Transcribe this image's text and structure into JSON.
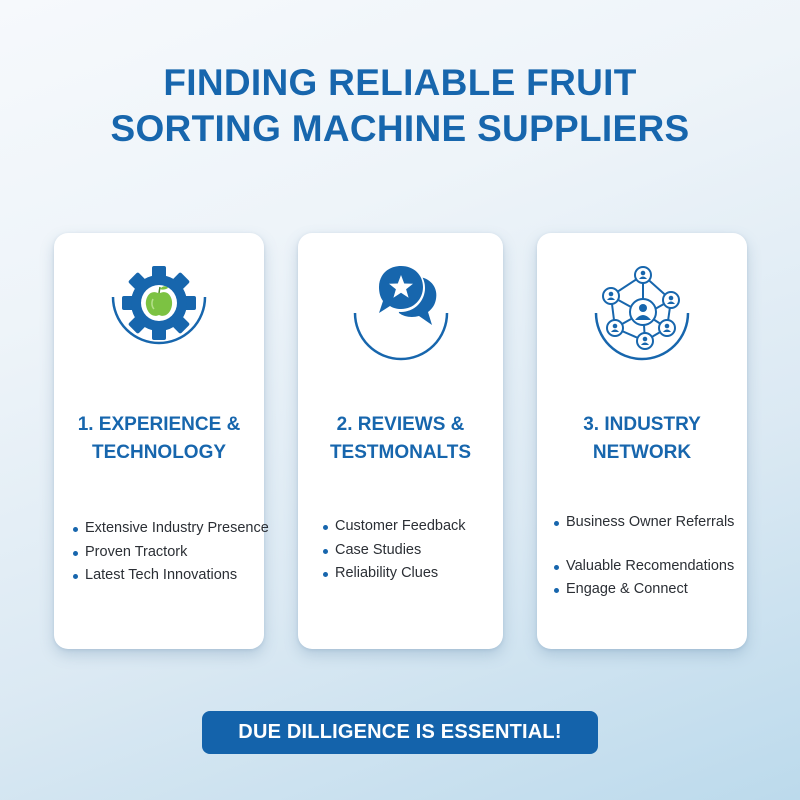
{
  "header": {
    "title_lines": [
      "FINDING RELIABLE FRUIT",
      "SORTING MACHINE SUPPLIERS"
    ]
  },
  "cards": [
    {
      "icon": "gear-with-apple-icon",
      "title_lines": [
        "1. EXPERIENCE &",
        "TECHNOLOGY"
      ],
      "bullets": [
        "Extensive Industry Presence",
        "Proven Tractork",
        "Latest Tech Innovations"
      ]
    },
    {
      "icon": "chat-bubbles-star-icon",
      "title_lines": [
        "2. REVIEWS &",
        "TESTMONALTS"
      ],
      "bullets": [
        "Customer Feedback",
        "Case Studies",
        "Reliability Clues"
      ]
    },
    {
      "icon": "people-network-icon",
      "title_lines": [
        "3. INDUSTRY",
        "NETWORK"
      ],
      "bullets": [
        "Business Owner Referrals",
        "Valuable Recomendations",
        "Engage & Connect"
      ]
    }
  ],
  "banner": {
    "text": "DUE DILLIGENCE IS ESSENTIAL!"
  },
  "colors": {
    "primary_blue": "#1766ad",
    "banner_blue": "#1463ab",
    "apple_green": "#7cc242",
    "text_dark": "#2b2f35",
    "card_bg": "#ffffff"
  }
}
